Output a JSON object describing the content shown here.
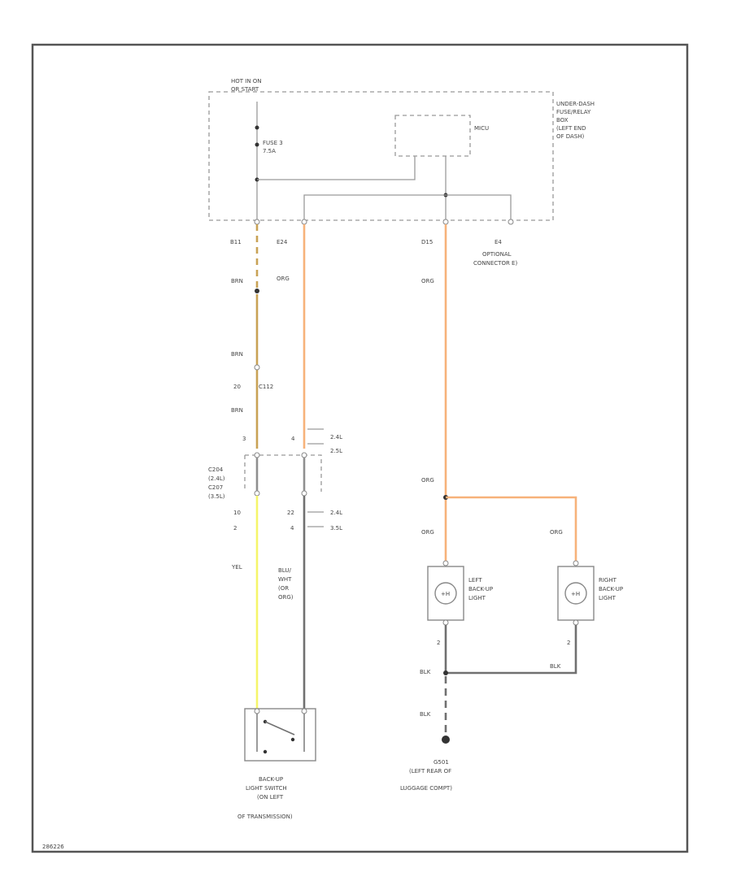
{
  "colors": {
    "org_wire": "#f7b27a",
    "yel_wire": "#f5f56a",
    "brn_wire": "#c9a255",
    "blk_wire": "#707070",
    "frame": "#555555"
  },
  "fuse_box": {
    "hot_label": [
      "HOT IN ON",
      "OR START"
    ],
    "box_label": [
      "UNDER-DASH",
      "FUSE/RELAY",
      "BOX",
      "(LEFT END",
      "OF DASH)"
    ],
    "fuse_label": [
      "FUSE 3",
      "7.5A"
    ],
    "module_label": "MICU"
  },
  "connectors": {
    "top_left": "B11",
    "top_mid": "E24",
    "top_right": "D15",
    "optional": "E4",
    "optional_label": [
      "OPTIONAL",
      "CONNECTOR E)"
    ],
    "mid_joint": "C112",
    "mid_joint_pin": "20",
    "switch_conn": [
      "C204",
      "(2.4L)",
      "C207",
      "(3.5L)"
    ],
    "pin_3": "3",
    "pin_4": "4",
    "pin_10": "10",
    "pin_2": "2",
    "pin_22": "22",
    "pin_4b": "4",
    "note_24l": "2.4L",
    "note_35l": "2.5L",
    "note_24l_b": "2.4L",
    "note_35l_b": "3.5L"
  },
  "wires": {
    "brn_1": "BRN",
    "brn_2": "BRN",
    "brn_3": "BRN",
    "org_1": "ORG",
    "org_2": "ORG",
    "org_3": "ORG",
    "org_4": "ORG",
    "org_5": "ORG",
    "yel": "YEL",
    "blu_wht": [
      "BLU/",
      "WHT",
      "(OR",
      "ORG)"
    ],
    "blk_1": "BLK",
    "blk_2": "BLK",
    "blk_3": "BLK"
  },
  "components": {
    "left_lamp": [
      "LEFT",
      "BACK-UP",
      "LIGHT"
    ],
    "right_lamp": [
      "RIGHT",
      "BACK-UP",
      "LIGHT"
    ],
    "left_lamp_pin": "2",
    "right_lamp_pin": "2",
    "switch": [
      "BACK-UP",
      "LIGHT SWITCH",
      "(ON LEFT",
      "OF TRANSMISSION)"
    ],
    "ground": [
      "G501",
      "(LEFT REAR OF",
      "LUGGAGE COMPT)"
    ]
  },
  "footer_code": "286226"
}
